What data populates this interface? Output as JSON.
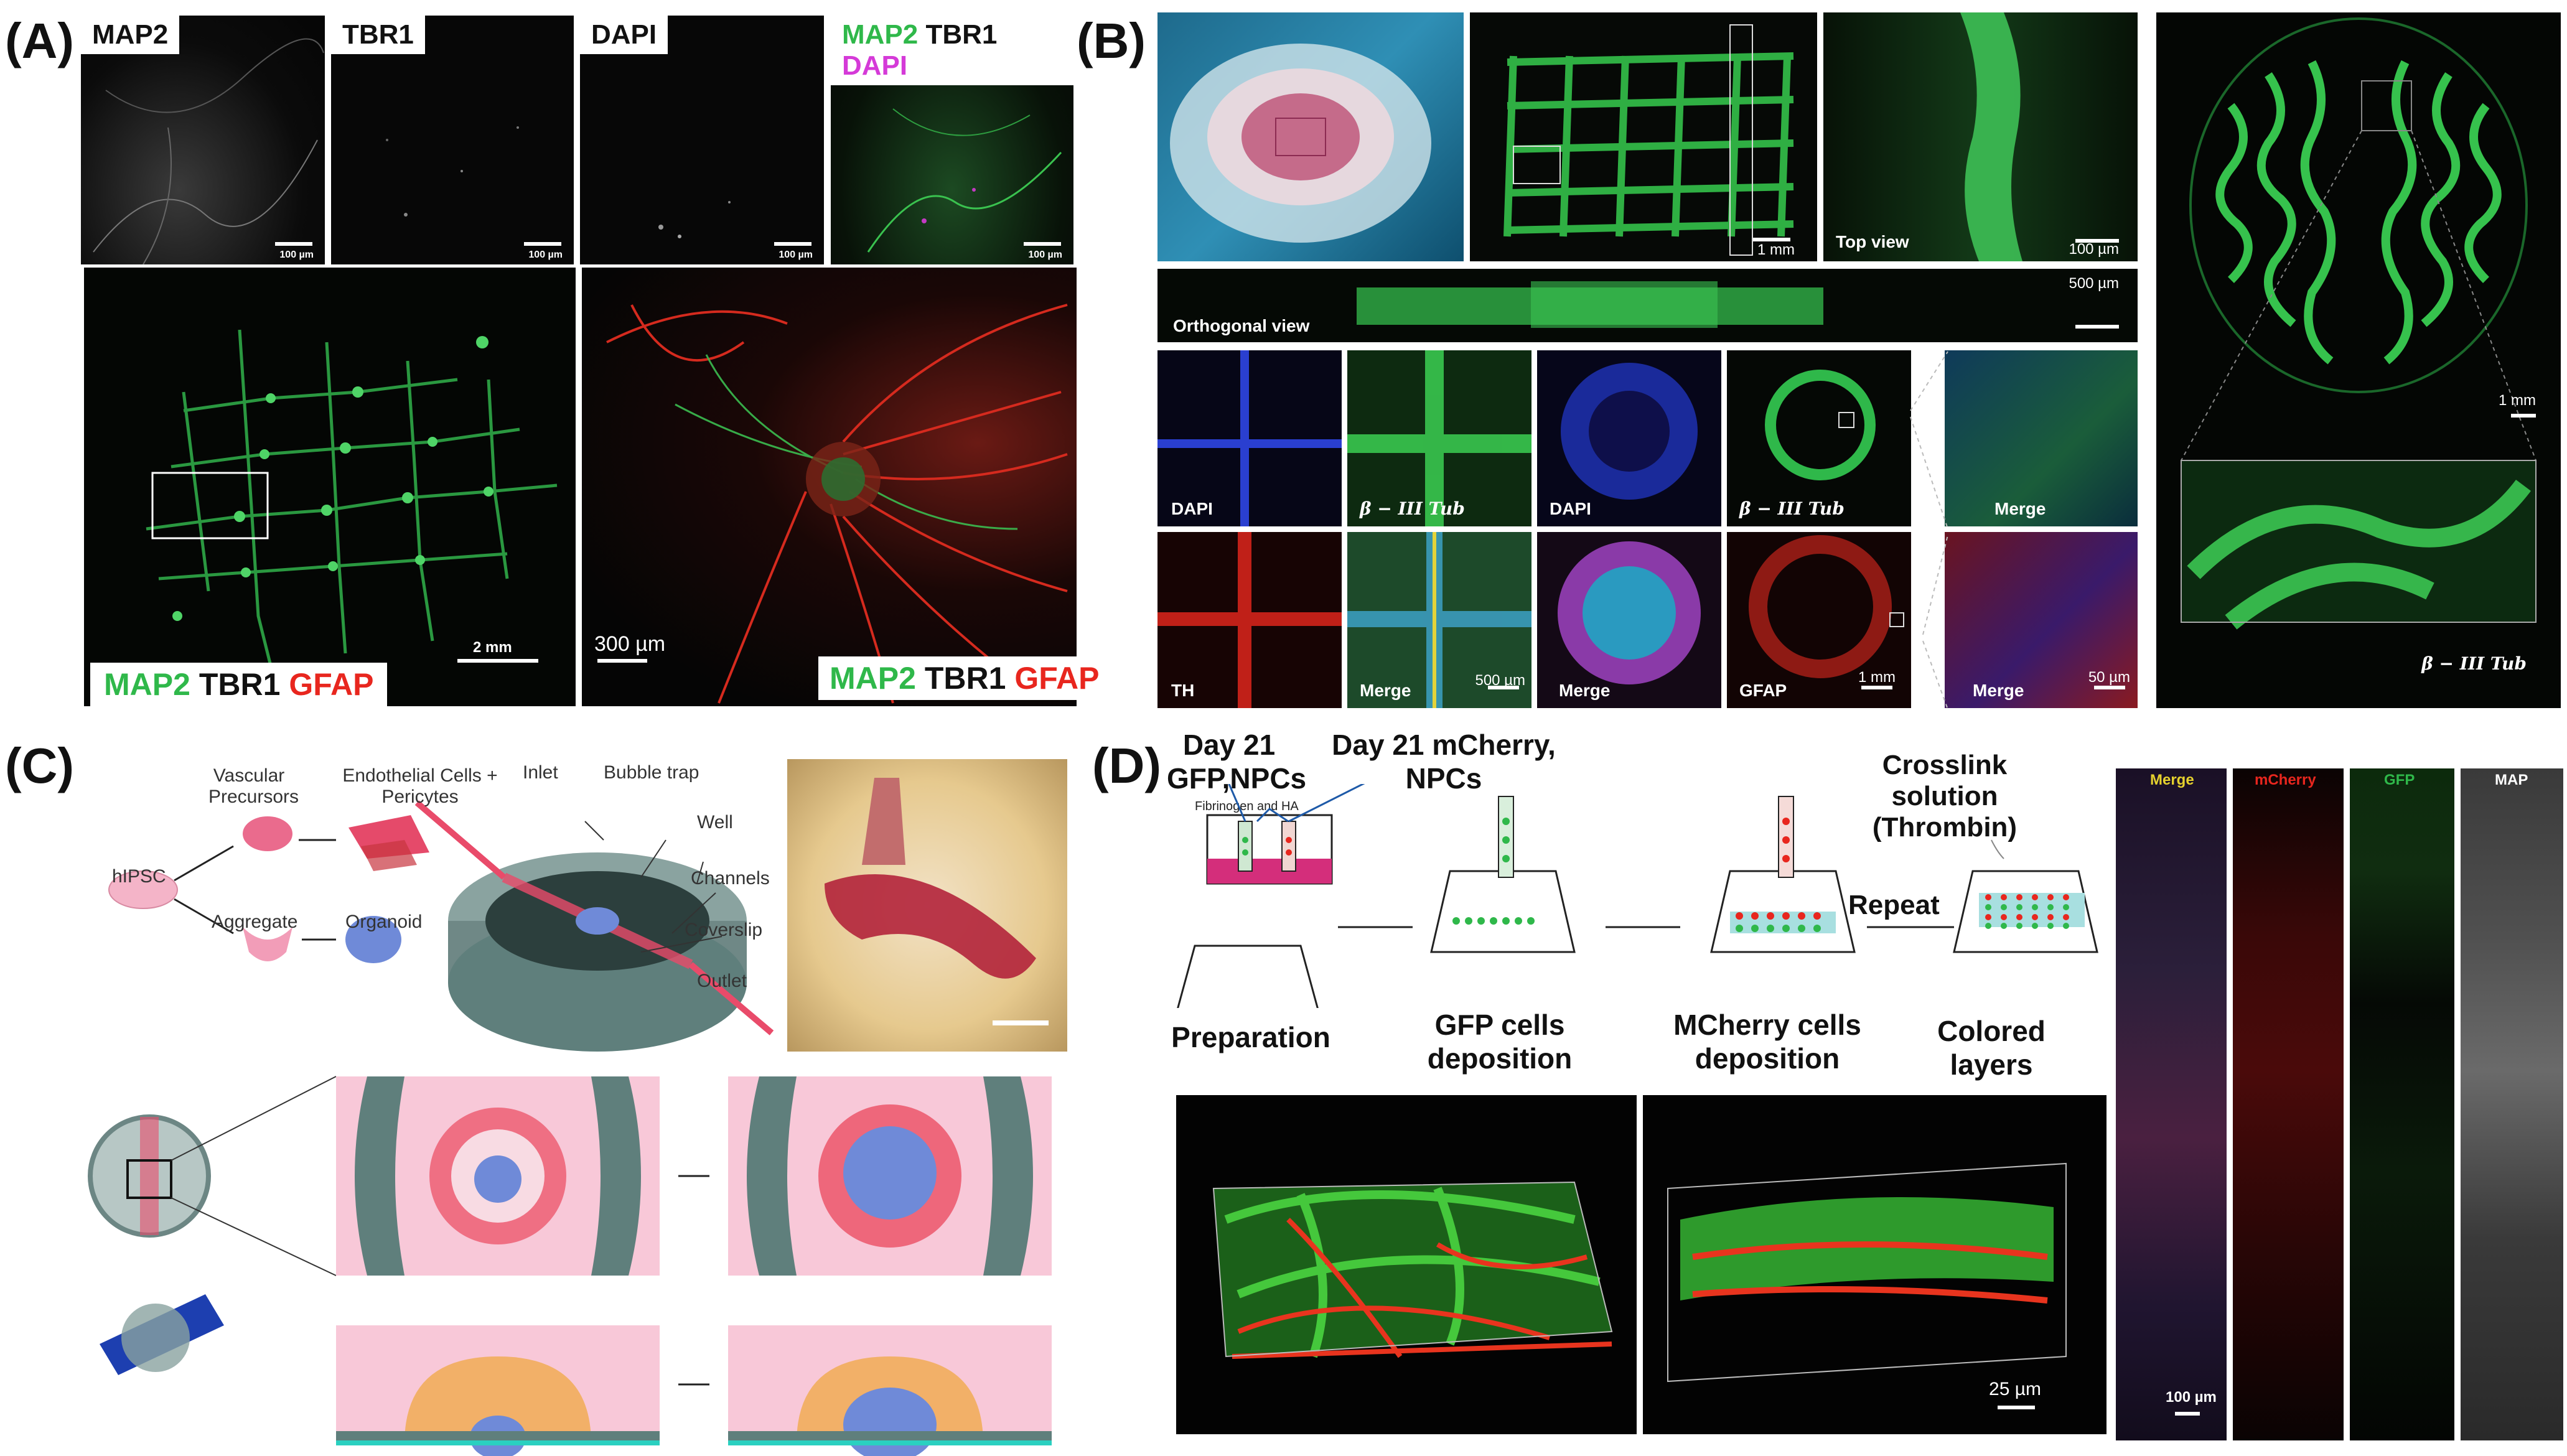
{
  "panels": {
    "a": {
      "label": "(A)",
      "top_labels": [
        "MAP2",
        "TBR1",
        "DAPI"
      ],
      "merge_label": {
        "map2": "MAP2",
        "tbr1": "TBR1",
        "dapi": "DAPI"
      },
      "scale_small": "100 µm",
      "bottom_left_legend": {
        "map2": "MAP2",
        "tbr1": "TBR1",
        "gfap": "GFAP"
      },
      "bottom_right_legend": {
        "map2": "MAP2",
        "tbr1": "TBR1",
        "gfap": "GFAP"
      },
      "scale_2mm": "2 mm",
      "scale_300": "300 µm"
    },
    "b": {
      "label": "(B)",
      "scale_1mm": "1 mm",
      "top_view": "Top view",
      "scale_100": "100 µm",
      "orthogonal": "Orthogonal view",
      "scale_500": "500 µm",
      "dapi": "DAPI",
      "tub": "β − III Tub",
      "merge": "Merge",
      "th": "TH",
      "gfap": "GFAP",
      "scale_500b": "500 µm",
      "scale_1mm_b": "1 mm",
      "scale_50": "50 µm",
      "brain_scale": "1 mm",
      "brain_tub": "β − III Tub"
    },
    "c": {
      "label": "(C)",
      "hipsc": "hIPSC",
      "vascular": "Vascular Precursors",
      "endothelial": "Endothelial Cells + Pericytes",
      "aggregate": "Aggregate",
      "organoid": "Organoid",
      "inlet": "Inlet",
      "bubble": "Bubble trap",
      "well": "Well",
      "channels": "Channels",
      "coverslip": "Coverslip",
      "outlet": "Outlet"
    },
    "d": {
      "label": "(D)",
      "day21_gfp": "Day 21 GFP,NPCs",
      "day21_mcherry": "Day 21 mCherry, NPCs",
      "fibrinogen": "Fibrinogen and HA",
      "crosslink": "Crosslink solution (Thrombin)",
      "repeat": "Repeat",
      "preparation": "Preparation",
      "gfp_dep": "GFP cells deposition",
      "mcherry_dep": "MCherry cells deposition",
      "colored": "Colored layers",
      "scale_25": "25 µm",
      "strip_merge": "Merge",
      "strip_mcherry": "mCherry",
      "strip_gfp": "GFP",
      "strip_map": "MAP",
      "strip_scale": "100 µm"
    }
  },
  "colors": {
    "green": "#2fb84a",
    "red": "#e8261e",
    "magenta": "#d53ad8",
    "yellow": "#e6d22e",
    "pink_bg": "#f8c8d8",
    "teal": "#5f7f7c"
  }
}
